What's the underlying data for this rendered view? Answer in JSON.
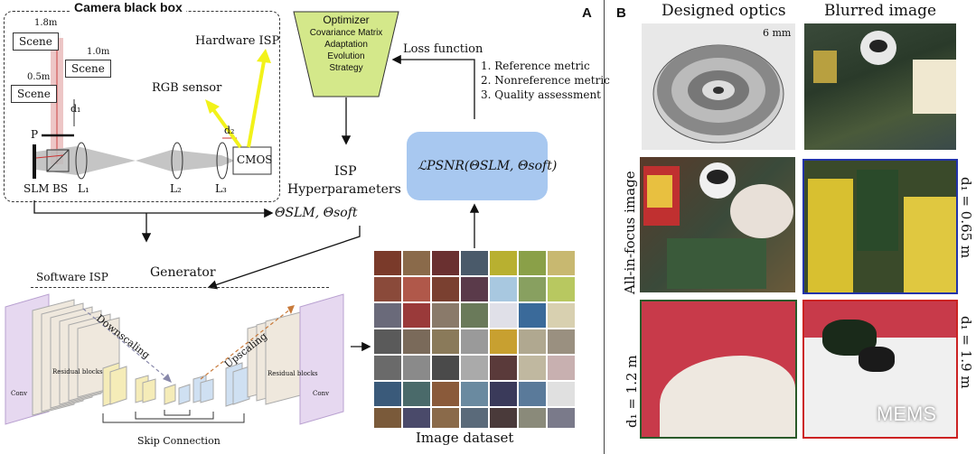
{
  "panel_a": {
    "letter": "A",
    "camera_box": {
      "title": "Camera black box",
      "scenes": [
        {
          "label": "Scene",
          "distance": "1.8m"
        },
        {
          "label": "Scene",
          "distance": "1.0m"
        },
        {
          "label": "Scene",
          "distance": "0.5m"
        }
      ],
      "hardware_isp": "Hardware ISP",
      "rgb_sensor": "RGB sensor",
      "cmos": "CMOS",
      "p_label": "P",
      "slm_label": "SLM",
      "bs_label": "BS",
      "l1": "L₁",
      "l2": "L₂",
      "l3": "L₃",
      "d1": "d₁",
      "d2": "d₂"
    },
    "optimizer": {
      "title": "Optimizer",
      "lines": [
        "Covariance Matrix",
        "Adaptation",
        "Evolution",
        "Strategy"
      ]
    },
    "loss_function": "Loss function",
    "metrics": [
      "1. Reference metric",
      "2. Nonreference metric",
      "3. Quality assessment"
    ],
    "loss_formula": "ℒPSNR(ΘSLM, Θsoft)",
    "isp_hyper": [
      "ISP",
      "Hyperparameters"
    ],
    "theta": "ΘSLM, Θsoft",
    "software_isp": "Software ISP",
    "generator": "Generator",
    "downscaling": "Downscaling",
    "upscaling": "Upscaling",
    "conv_left": "Conv",
    "conv_right": "Conv",
    "residual_left": "Residual blocks",
    "residual_right": "Residual blocks",
    "skip": "Skip Connection",
    "image_dataset": "Image dataset"
  },
  "panel_b": {
    "letter": "B",
    "col1": "Designed optics",
    "col2": "Blurred image",
    "scale": "6 mm",
    "all_in_focus": "All-in-focus image",
    "d065": "d₁ = 0.65 m",
    "d12": "d₁ = 1.2 m",
    "d19": "d₁ = 1.9 m",
    "watermark": "MEMS"
  },
  "colors": {
    "optimizer_fill": "#d4e88a",
    "loss_fill": "#a8c8f0",
    "yellow_arrow": "#f2f21a",
    "border_blue": "#2233aa",
    "border_red": "#cc2222",
    "border_green": "#2a5a2a"
  }
}
